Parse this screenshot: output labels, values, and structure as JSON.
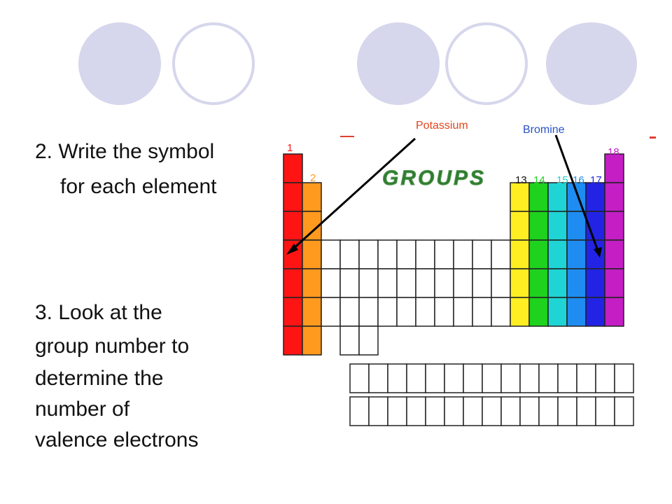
{
  "decor": {
    "accent": "#d6d6ec"
  },
  "instructions": {
    "step2_line1": "2. Write the symbol",
    "step2_line2": "for each element",
    "step3_line1": "3. Look at the",
    "step3_line2": "group number to",
    "step3_line3": "determine the",
    "step3_line4": "number of",
    "step3_line5": "valence electrons"
  },
  "table": {
    "banner": "GROUPS",
    "group_numbers": [
      "1",
      "2",
      "13",
      "14",
      "15",
      "16",
      "17",
      "18"
    ],
    "group_colors": {
      "1": "#ff1414",
      "2": "#ff9a1e",
      "13": "#ffee22",
      "14": "#1ed21e",
      "15": "#1ed4d4",
      "16": "#1e8cf0",
      "17": "#2323e6",
      "18": "#c41ec4"
    }
  },
  "annotations": {
    "potassium": "Potassium",
    "bromine": "Bromine"
  }
}
